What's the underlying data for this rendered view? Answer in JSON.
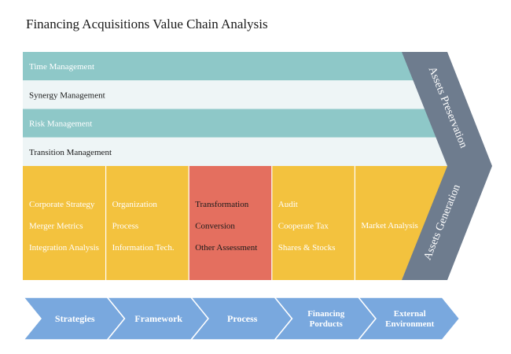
{
  "title": "Financing Acquisitions Value Chain Analysis",
  "bands": [
    {
      "label": "Time Management",
      "fill": "#8ec8c8",
      "text_color": "#ffffff"
    },
    {
      "label": "Synergy Management",
      "fill": "#eef5f6",
      "text_color": "#1a1a1a"
    },
    {
      "label": "Risk Management",
      "fill": "#8ec8c8",
      "text_color": "#ffffff"
    },
    {
      "label": "Transition Management",
      "fill": "#eef5f6",
      "text_color": "#1a1a1a"
    }
  ],
  "columns": [
    {
      "items": [
        "Corporate Strategy",
        "Merger Metrics",
        "Integration Analysis"
      ],
      "fill": "#f3c23e",
      "text_color": "#ffffff"
    },
    {
      "items": [
        "Organization",
        "Process",
        "Information Tech."
      ],
      "fill": "#f3c23e",
      "text_color": "#ffffff"
    },
    {
      "items": [
        "Transformation",
        "Conversion",
        "Other Assessment"
      ],
      "fill": "#e46f5f",
      "text_color": "#1a1a1a"
    },
    {
      "items": [
        "Audit",
        "Cooperate Tax",
        "Shares & Stocks"
      ],
      "fill": "#f3c23e",
      "text_color": "#ffffff"
    },
    {
      "items": [
        "Market Analysis"
      ],
      "fill": "#f3c23e",
      "text_color": "#ffffff"
    }
  ],
  "chevron": {
    "fill": "#6e7c8e",
    "top_label": "Assets Preservation",
    "bottom_label": "Assets Generation",
    "text_color": "#ffffff"
  },
  "steps": [
    {
      "lines": [
        "Strategies"
      ]
    },
    {
      "lines": [
        "Framework"
      ]
    },
    {
      "lines": [
        "Process"
      ]
    },
    {
      "lines": [
        "Financing",
        "Porducts"
      ]
    },
    {
      "lines": [
        "External",
        "Environment"
      ]
    }
  ],
  "colors": {
    "step_fill": "#79a8de",
    "step_text": "#ffffff",
    "divider": "#ffffff"
  }
}
